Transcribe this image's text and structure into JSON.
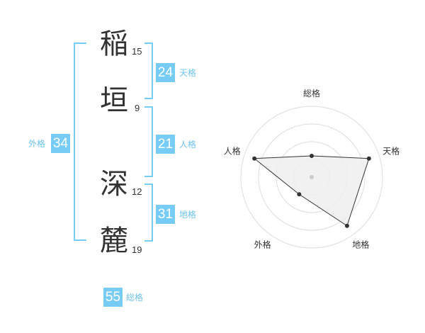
{
  "name": {
    "chars": [
      {
        "char": "稲",
        "strokes": "15"
      },
      {
        "char": "垣",
        "strokes": "9"
      },
      {
        "char": "深",
        "strokes": "12"
      },
      {
        "char": "麓",
        "strokes": "19"
      }
    ]
  },
  "kakusu": {
    "tenkaku": {
      "value": "24",
      "label": "天格"
    },
    "jinkaku": {
      "value": "21",
      "label": "人格"
    },
    "chikaku": {
      "value": "31",
      "label": "地格"
    },
    "gaikaku": {
      "value": "34",
      "label": "外格"
    },
    "soukaku": {
      "value": "55",
      "label": "総格"
    }
  },
  "chart_data": {
    "type": "radar",
    "axes": [
      "総格",
      "天格",
      "地格",
      "外格",
      "人格"
    ],
    "values": [
      0.3,
      0.85,
      0.85,
      0.3,
      0.85
    ],
    "rings": 4,
    "colors": {
      "fill": "#eeeeee",
      "line": "#333333",
      "ring": "#dddddd",
      "accent": "#77ccf5"
    }
  }
}
